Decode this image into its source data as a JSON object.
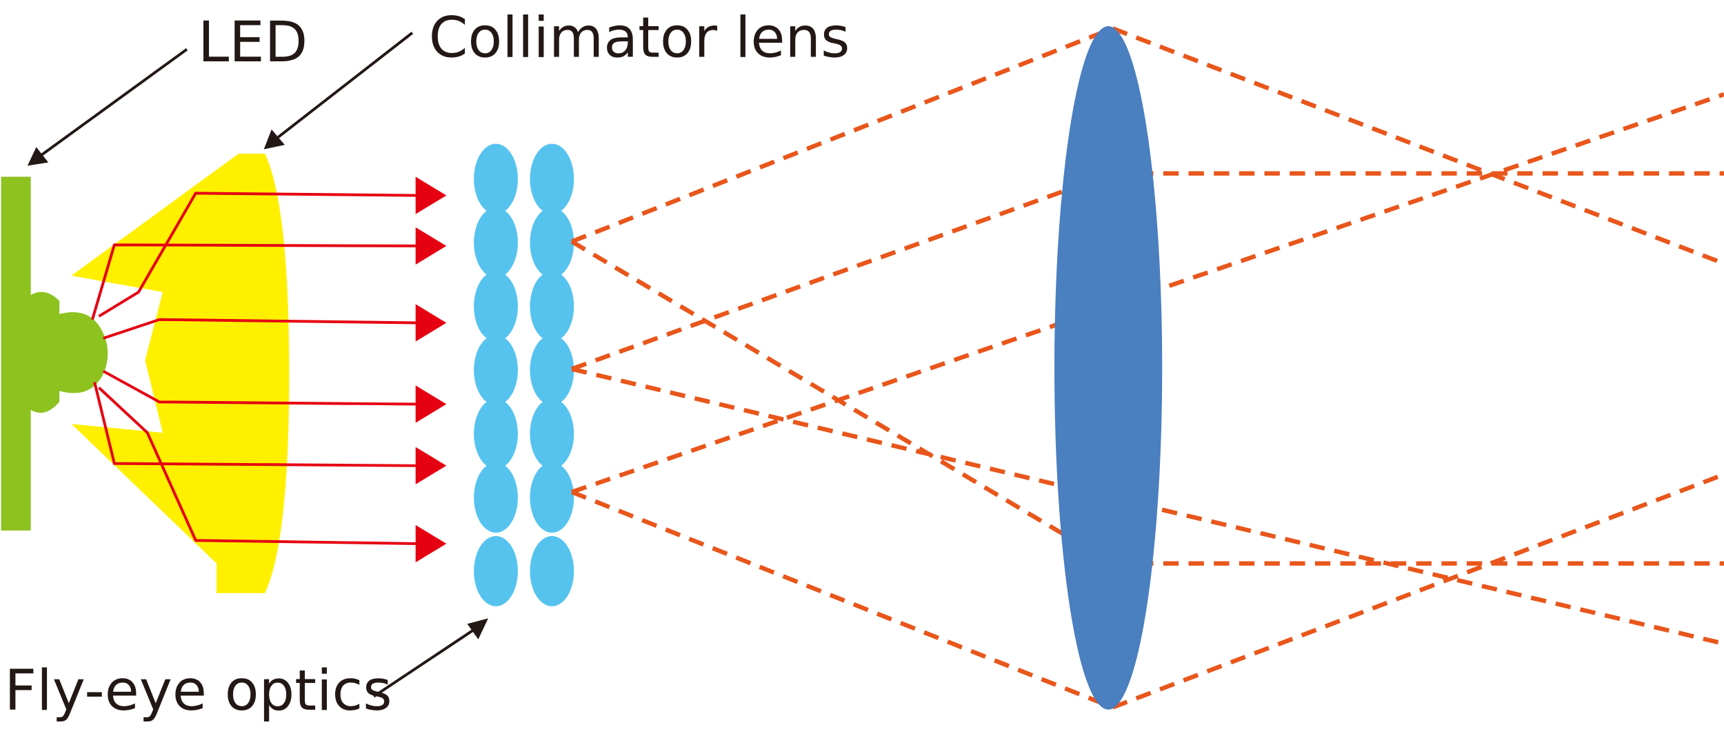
{
  "labels": {
    "led": "LED",
    "collimator": "Collimator lens",
    "flyeye": "Fly-eye optics"
  },
  "colors": {
    "background": "#ffffff",
    "led": "#8dc21f",
    "collimator": "#fff000",
    "flyeye": "#56c3ef",
    "condenser_lens": "#4a7fc0",
    "source_rays": "#e50012",
    "projected_rays": "#e8561b",
    "pointer": "#231815",
    "text": "#231815"
  }
}
